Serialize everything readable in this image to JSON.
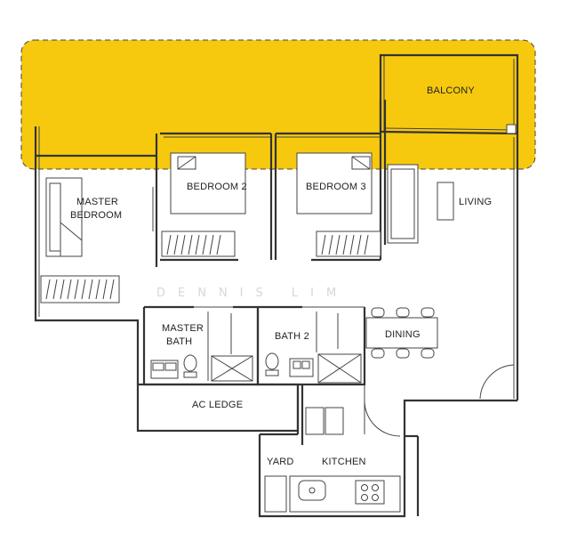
{
  "plan": {
    "highlight_color": "#f6c90e",
    "rooms": {
      "balcony": "BALCONY",
      "bedroom2": "BEDROOM 2",
      "bedroom3": "BEDROOM 3",
      "living": "LIVING",
      "master_bedroom_line1": "MASTER",
      "master_bedroom_line2": "BEDROOM",
      "master_bath_line1": "MASTER",
      "master_bath_line2": "BATH",
      "bath2": "BATH 2",
      "dining": "DINING",
      "ac_ledge": "AC LEDGE",
      "yard": "YARD",
      "kitchen": "KITCHEN"
    },
    "watermark": "DENNIS LIM"
  }
}
